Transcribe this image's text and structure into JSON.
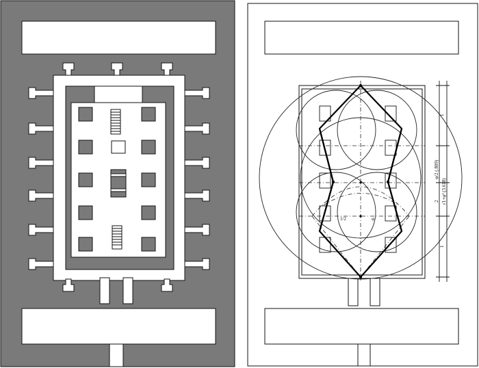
{
  "left_panel": {
    "fill_color": "#7a7a7a",
    "outline_color": "#111111"
  },
  "right_panel": {
    "line_color": "#111111",
    "dimension_labels": {
      "one_top": "1",
      "phi_over_2": "φ/2 (.809)",
      "two": "2",
      "sqrt_phi2": "√1+φ² (3.618)",
      "one_bottom": "1",
      "half": "1/2",
      "phi": "φ"
    }
  }
}
